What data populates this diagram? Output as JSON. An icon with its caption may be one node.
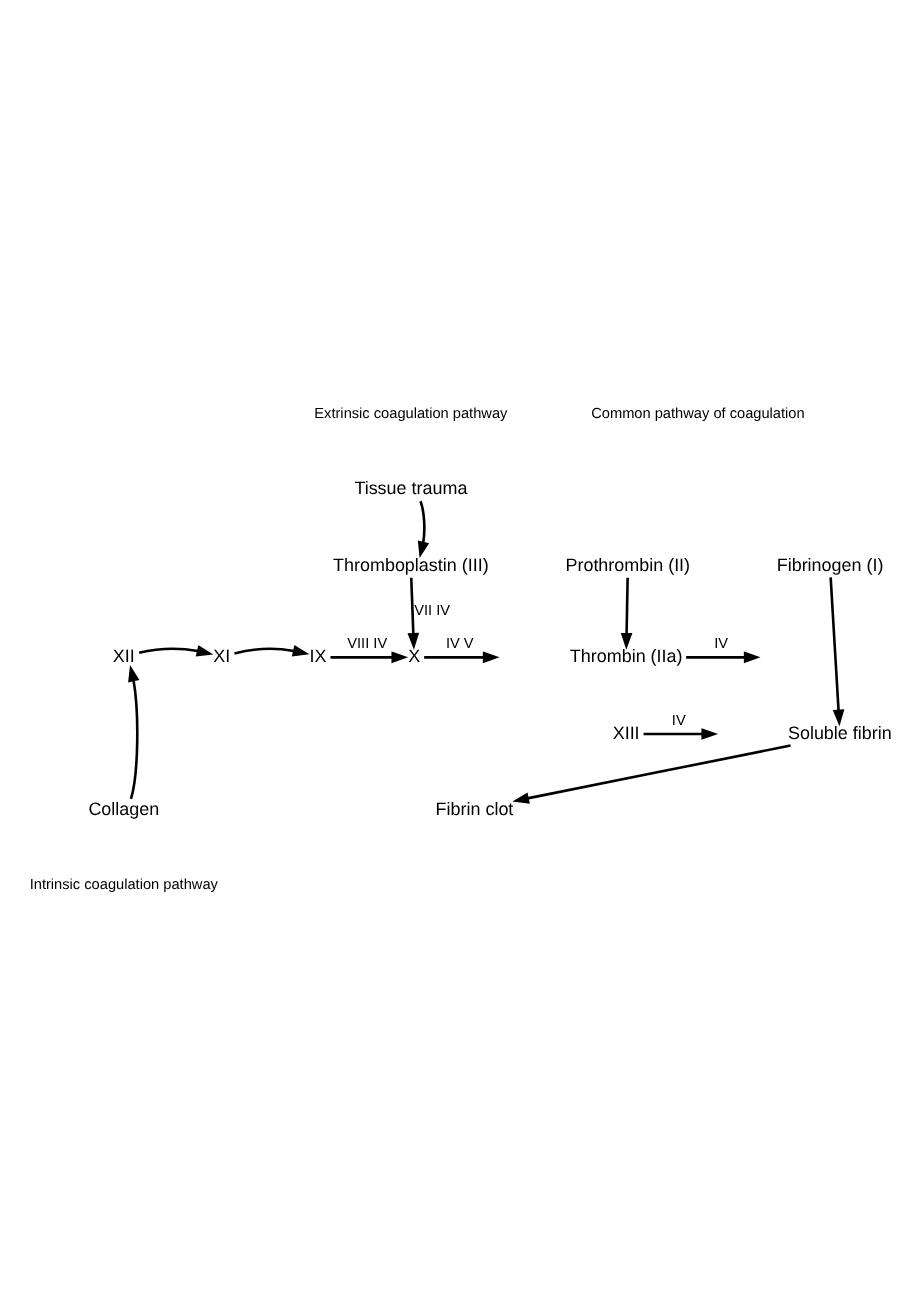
{
  "diagram": {
    "nodes": [
      {
        "text": [
          "Tissue trauma"
        ]
      },
      {
        "text": [
          "Thromboplastin (III)"
        ]
      },
      {
        "text": [
          "X"
        ]
      },
      {
        "text": [
          "XII"
        ]
      },
      {
        "text": [
          "XI"
        ]
      },
      {
        "text": [
          "IX"
        ]
      },
      {
        "text": [
          "Collagen"
        ]
      },
      {
        "text": [
          "Prothrombin (II)"
        ]
      },
      {
        "text": [
          "Thrombin (IIa)"
        ]
      },
      {
        "text": [
          "Fibrinogen (I)"
        ]
      },
      {
        "text": [
          "Soluble fibrin"
        ]
      },
      {
        "text": [
          "XIII"
        ]
      },
      {
        "text": [
          "Fibrin clot"
        ]
      }
    ],
    "edges": [
      {
        "from": 0,
        "to": 1,
        "arrow": "to"
      },
      {
        "from": 1,
        "to": 2,
        "arrow": "to",
        "label": "VII IV"
      },
      {
        "from": 6,
        "to": 3,
        "arrow": "to"
      },
      {
        "from": 3,
        "to": 4,
        "arrow": "to"
      },
      {
        "from": 4,
        "to": 5,
        "arrow": "to"
      },
      {
        "from": 5,
        "to": 2,
        "arrow": "to",
        "label": "VIII IV"
      },
      {
        "from": 2,
        "to": null,
        "arrow": "to",
        "label": "IV V"
      },
      {
        "from": 7,
        "to": 8,
        "arrow": "to"
      },
      {
        "from": 8,
        "to": null,
        "arrow": "to",
        "label": "IV"
      },
      {
        "from": 9,
        "to": 10,
        "arrow": "to"
      },
      {
        "from": 11,
        "to": null,
        "arrow": "to",
        "label": "IV"
      },
      {
        "from": 10,
        "to": 12,
        "arrow": "to"
      }
    ],
    "labels": [
      "Extrinsic coagulation pathway",
      "Common pathway of coagulation",
      "Intrinsic coagulation pathway"
    ]
  }
}
